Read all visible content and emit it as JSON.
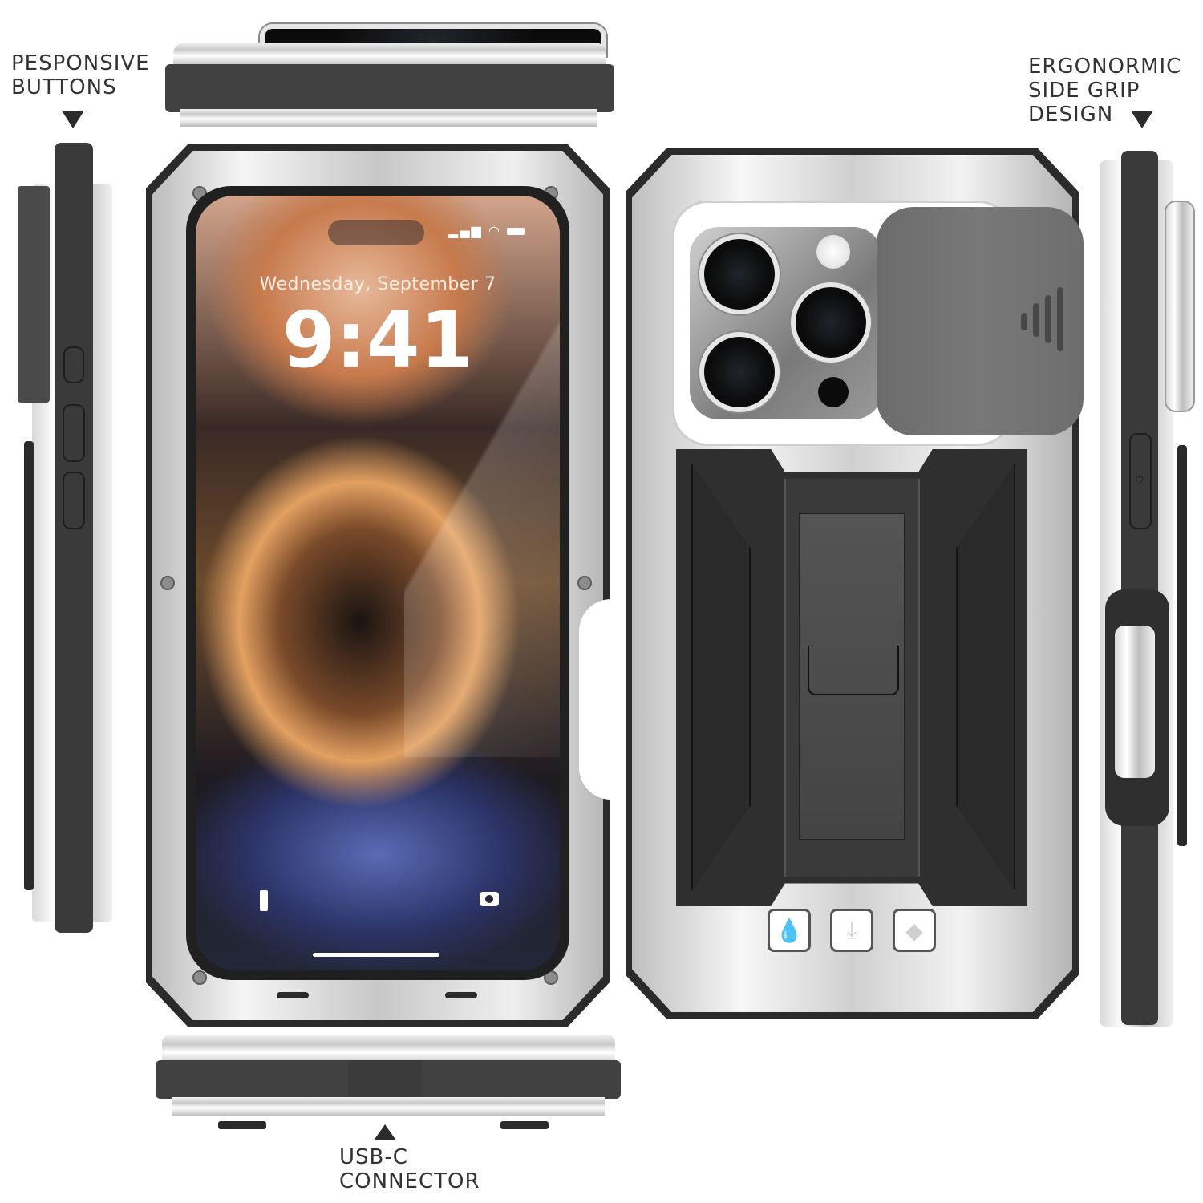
{
  "labels": {
    "responsive_buttons": [
      "PESPONSIVE",
      "BUTTONS"
    ],
    "side_grip": [
      "ERGONORMIC",
      "SIDE GRIP",
      "DESIGN"
    ],
    "usb_c": [
      "USB-C",
      "CONNECTOR"
    ]
  },
  "lockscreen": {
    "date": "Wednesday, September 7",
    "time": "9:41",
    "status_icons": [
      "signal-icon",
      "wifi-icon",
      "battery-icon"
    ],
    "bottom_icons": [
      "flashlight-icon",
      "camera-icon"
    ]
  },
  "back_badges": [
    {
      "icon": "water-drop-icon",
      "glyph": "💧"
    },
    {
      "icon": "drop-protection-icon",
      "glyph": "⤓"
    },
    {
      "icon": "diamond-icon",
      "glyph": "◆"
    }
  ],
  "colors": {
    "case_black": "#2b2b2b",
    "rubber": "#414141",
    "metal_light": "#f2f2f2",
    "camera_slider": "#6e6e6e",
    "label_text": "#333333"
  },
  "views": [
    "top-view",
    "front-view",
    "back-view",
    "left-side-view",
    "right-side-view",
    "bottom-view"
  ]
}
